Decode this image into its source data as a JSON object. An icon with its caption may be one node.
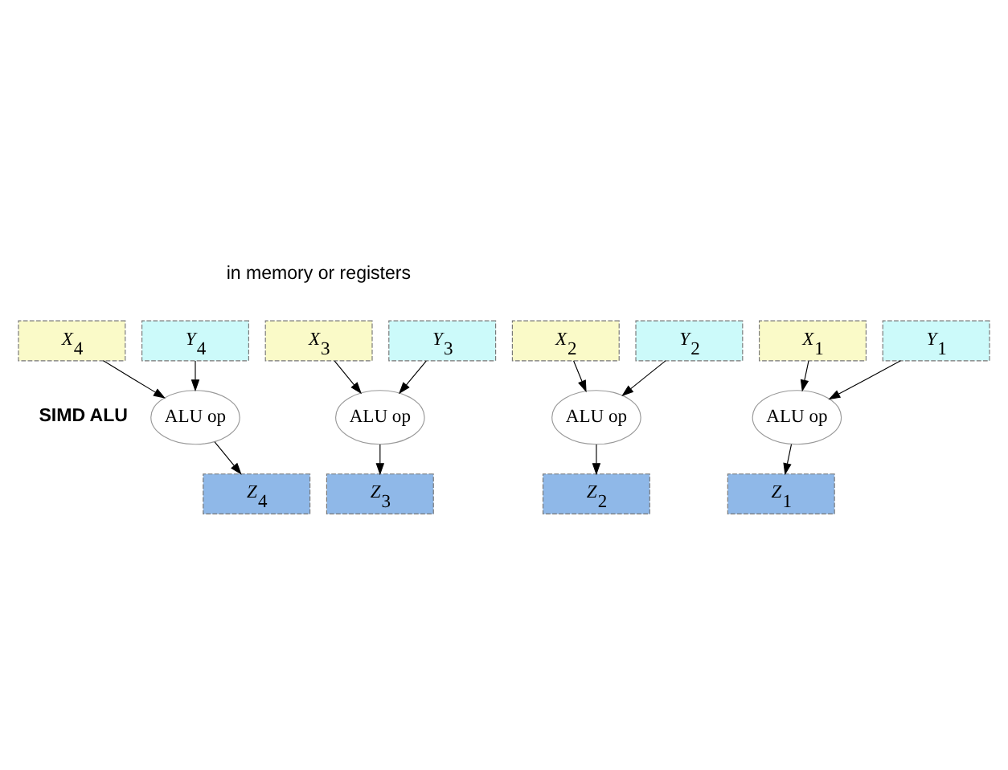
{
  "diagram": {
    "nodes": [
      {
        "text": [
          "X$_{4}$"
        ]
      },
      {
        "text": [
          "X$_{3}$"
        ]
      },
      {
        "text": [
          "X$_{2}$"
        ]
      },
      {
        "text": [
          "X$_{1}$"
        ]
      },
      {
        "text": [
          "Y$_{4}$"
        ]
      },
      {
        "text": [
          "Y$_{3}$"
        ]
      },
      {
        "text": [
          "Y$_{2}$"
        ]
      },
      {
        "text": [
          "Y$_{1}$"
        ]
      },
      {
        "text": [
          "ALU op"
        ]
      },
      {
        "text": [
          "ALU op"
        ]
      },
      {
        "text": [
          "ALU op"
        ]
      },
      {
        "text": [
          "ALU op"
        ]
      },
      {
        "text": [
          "Z$_{4}$"
        ]
      },
      {
        "text": [
          "Z$_{3}$"
        ]
      },
      {
        "text": [
          "Z$_{2}$"
        ]
      },
      {
        "text": [
          "Z$_{1}$"
        ]
      }
    ],
    "edges": [
      {
        "from": 0,
        "to": 8,
        "arrow": "to"
      },
      {
        "from": 4,
        "to": 8,
        "arrow": "to"
      },
      {
        "from": 8,
        "to": 12,
        "arrow": "to"
      },
      {
        "from": 1,
        "to": 9,
        "arrow": "to"
      },
      {
        "from": 5,
        "to": 9,
        "arrow": "to"
      },
      {
        "from": 9,
        "to": 13,
        "arrow": "to"
      },
      {
        "from": 2,
        "to": 10,
        "arrow": "to"
      },
      {
        "from": 6,
        "to": 10,
        "arrow": "to"
      },
      {
        "from": 10,
        "to": 14,
        "arrow": "to"
      },
      {
        "from": 3,
        "to": 11,
        "arrow": "to"
      },
      {
        "from": 7,
        "to": 11,
        "arrow": "to"
      },
      {
        "from": 11,
        "to": 15,
        "arrow": "to"
      }
    ],
    "labels": [
      "in memory or registers",
      "SIMD ALU"
    ]
  }
}
